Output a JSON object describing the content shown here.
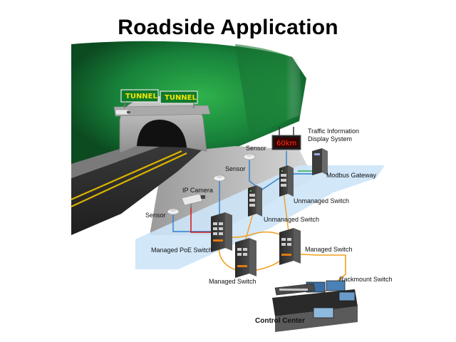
{
  "title": "Roadside Application",
  "tunnel_signs": [
    "TUNNEL",
    "TUNNEL"
  ],
  "display_board_text": "60km",
  "labels": {
    "traffic_info": [
      "Traffic Information",
      "Display System"
    ],
    "sensor_top": "Sensor",
    "sensor_mid": "Sensor",
    "sensor_left": "Sensor",
    "ip_camera": "IP Camera",
    "modbus_gateway": "Modbus Gateway",
    "unmanaged_switch_1": "Unmanaged Switch",
    "unmanaged_switch_2": "Unmanaged Switch",
    "managed_poe_switch": "Managed PoE Switch",
    "managed_switch_bottom": "Managed Switch",
    "managed_switch_right": "Managed Switch",
    "rackmount_switch": "Rackmount Switch",
    "control_center": "Control Center"
  },
  "colors": {
    "tunnel_green": "#1f8a3a",
    "road": "#2b2b2b",
    "lane_yellow": "#d9b300",
    "platform_blue": "#cde4f7",
    "fiber_orange": "#f0a020",
    "copper_blue": "#2c7fd0",
    "poe_red": "#d22020"
  }
}
